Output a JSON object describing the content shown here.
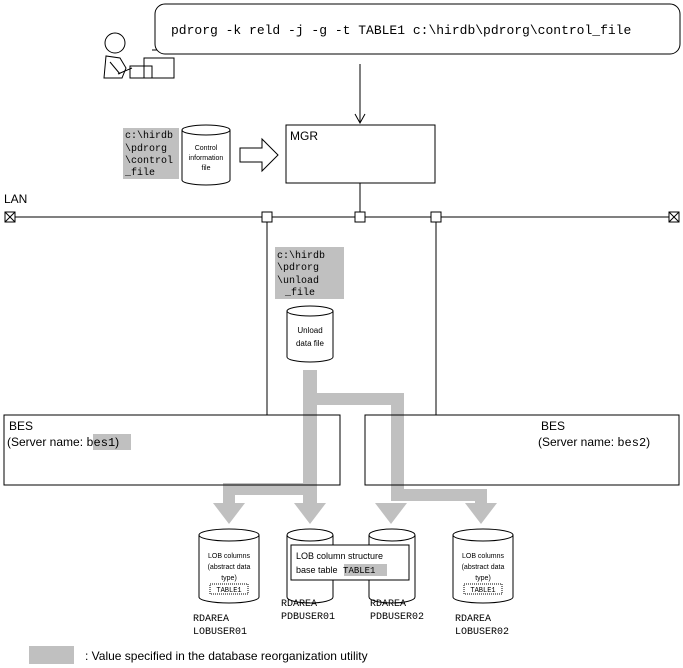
{
  "command": "pdrorg -k reld -j -g -t TABLE1 c:\\hirdb\\pdrorg\\control_file",
  "control_path_lines": [
    "c:\\hirdb",
    "\\pdrorg",
    "\\control",
    "_file"
  ],
  "control_file_lines": [
    "Control",
    "information",
    "file"
  ],
  "mgr_label": "MGR",
  "lan_label": "LAN",
  "unload_path_lines": [
    "c:\\hirdb",
    "\\pdrorg",
    "\\unload",
    "_file"
  ],
  "unload_file_lines": [
    "Unload",
    "data file"
  ],
  "bes1": {
    "title": "BES",
    "prefix": "(Server name: ",
    "name": "bes1",
    "suffix": ")"
  },
  "bes2": {
    "title": "BES",
    "prefix": "(Server name: ",
    "name": "bes2",
    "suffix": ")"
  },
  "lob1_lines": [
    "LOB columns",
    "(abstract data",
    "type)",
    "TABLE1"
  ],
  "lob2_lines": [
    "LOB columns",
    "(abstract data",
    "type)",
    "TABLE1"
  ],
  "base_table": {
    "line1": "LOB column structure",
    "line2": "base table ",
    "name": "TABLE1"
  },
  "rdareas": [
    {
      "label": "RDAREA",
      "name": "LOBUSER01"
    },
    {
      "label": "RDAREA",
      "name": "PDBUSER01"
    },
    {
      "label": "RDAREA",
      "name": "PDBUSER02"
    },
    {
      "label": "RDAREA",
      "name": "LOBUSER02"
    }
  ],
  "legend": ": Value specified in the database reorganization utility",
  "colors": {
    "highlight": "#c0c0c0",
    "line": "#000000"
  }
}
